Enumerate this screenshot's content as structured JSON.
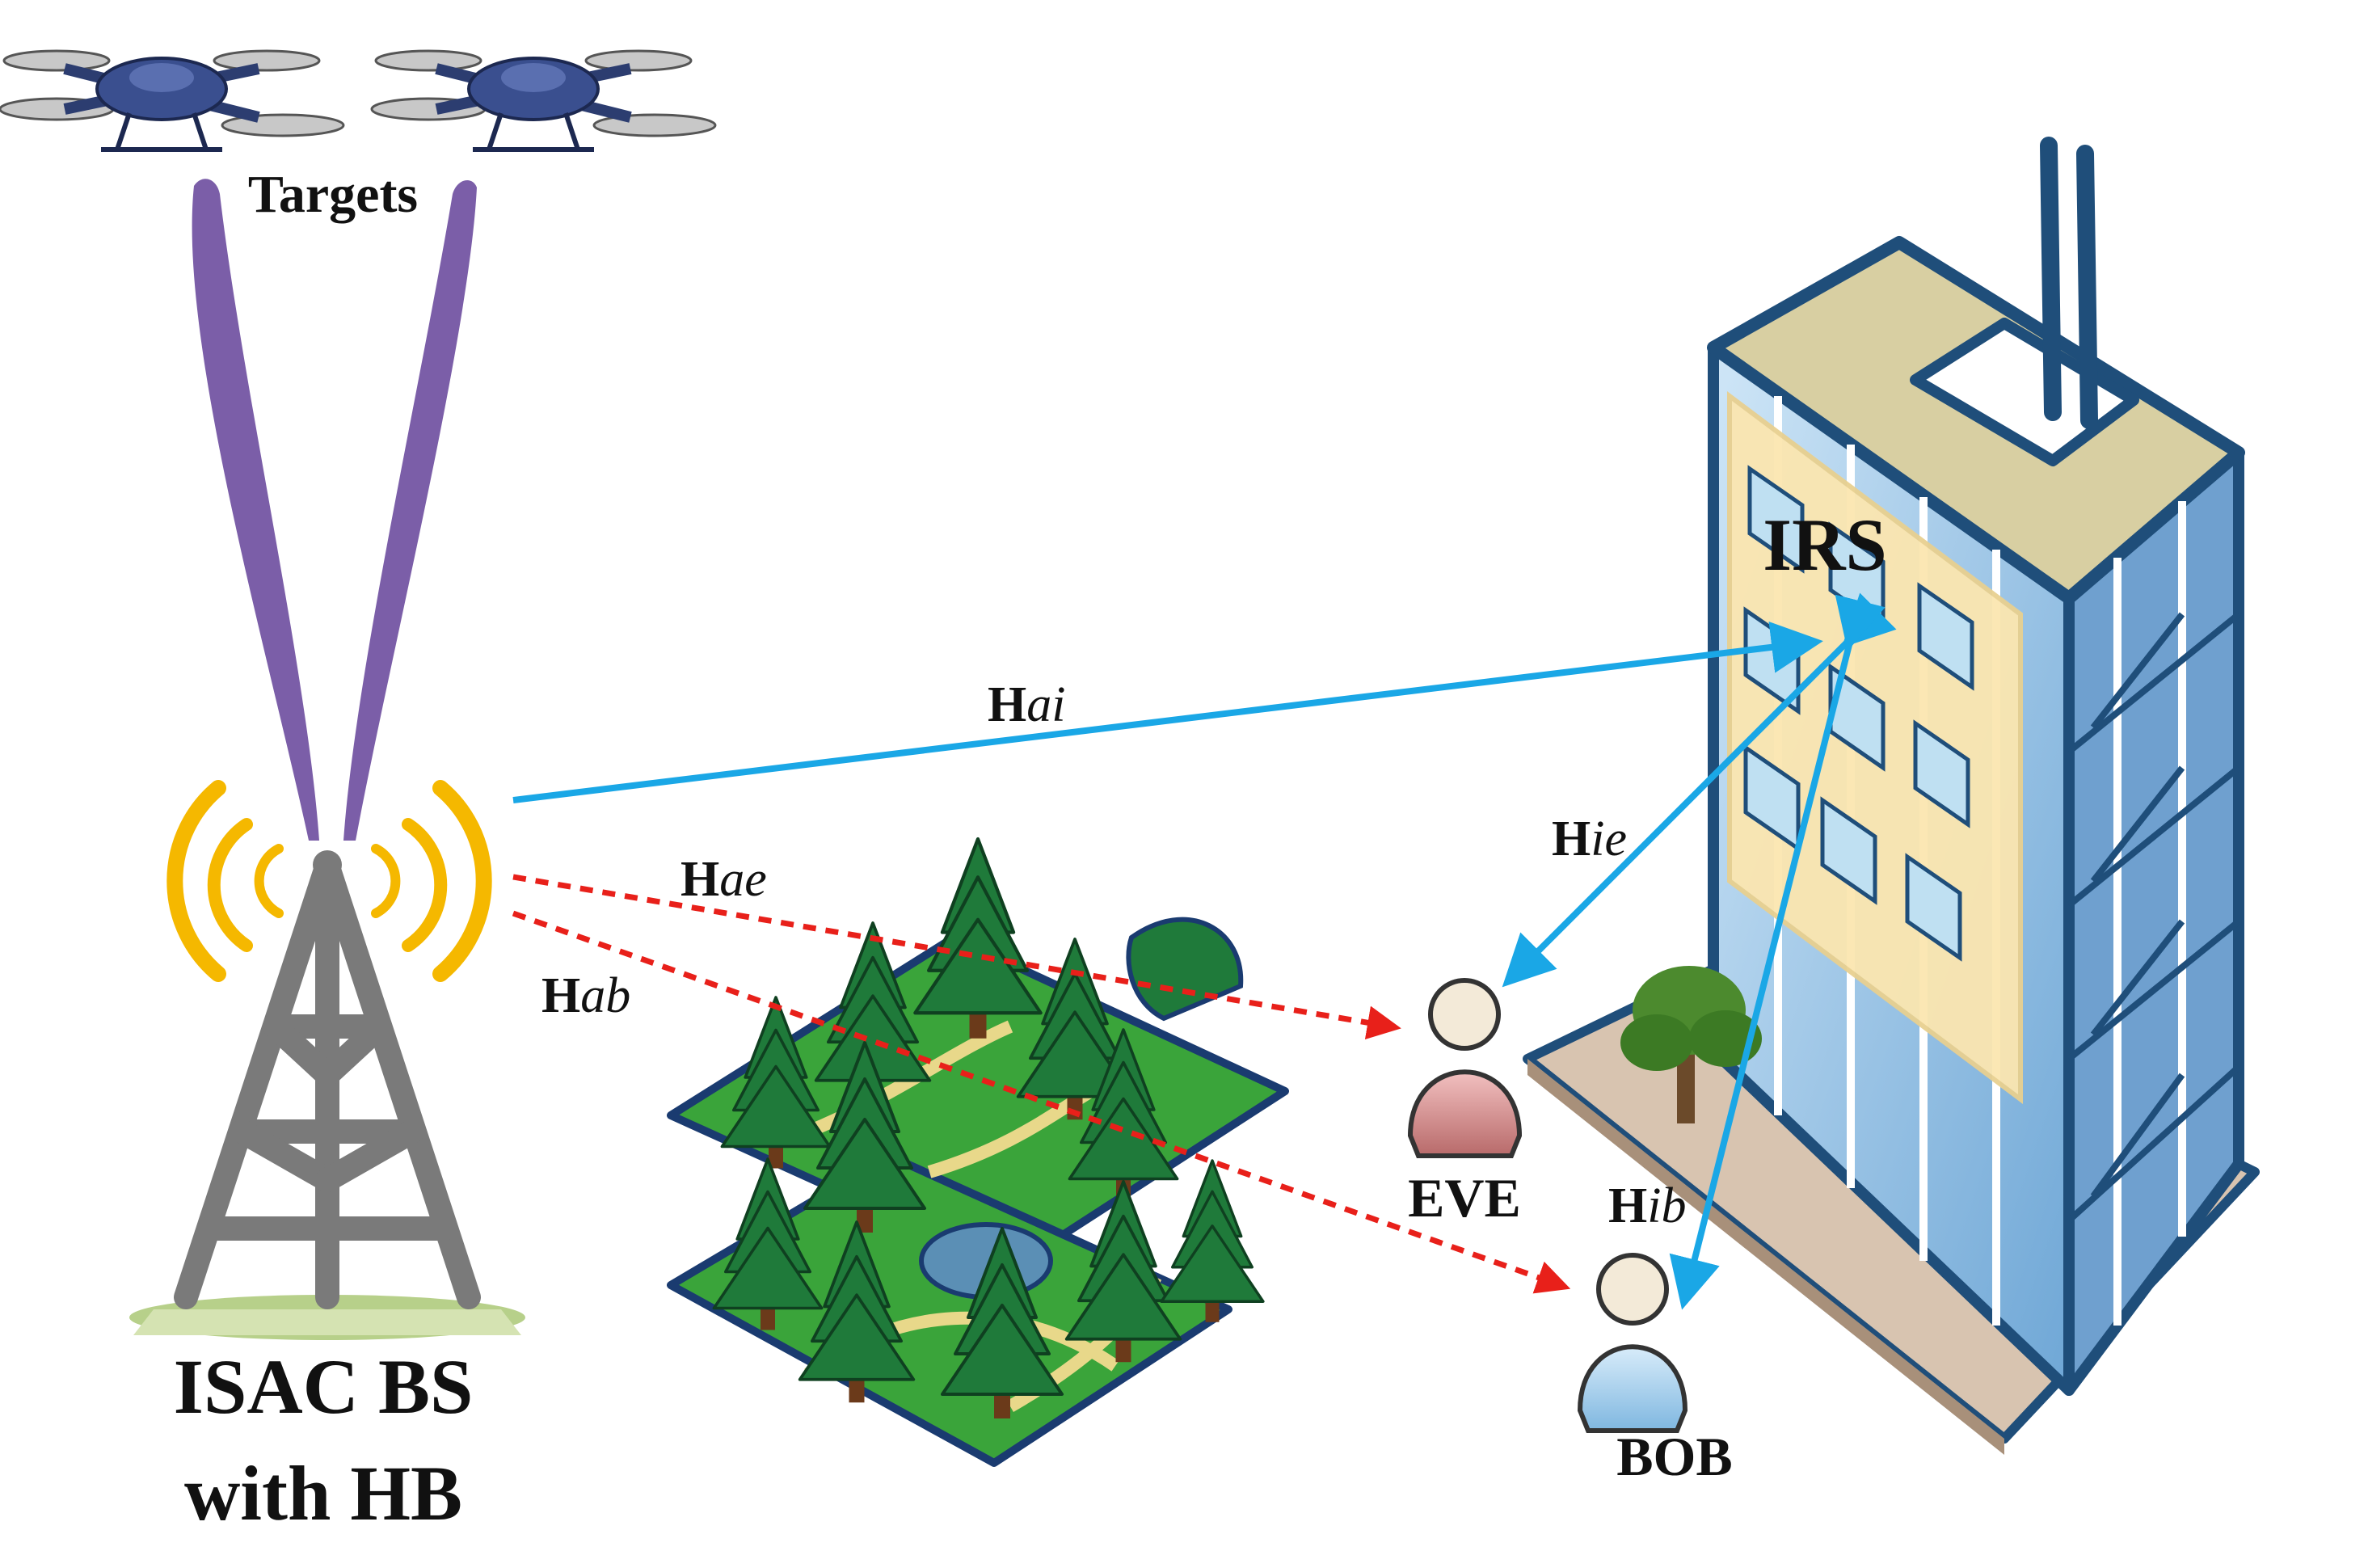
{
  "labels": {
    "targets": "Targets",
    "irs": "IRS",
    "bs_line1": "ISAC BS",
    "bs_line2": "with HB",
    "eve": "EVE",
    "bob": "BOB"
  },
  "channels": {
    "ai": {
      "H": "H",
      "sub": "ai"
    },
    "ae": {
      "H": "H",
      "sub": "ae"
    },
    "ab": {
      "H": "H",
      "sub": "ab"
    },
    "ie": {
      "H": "H",
      "sub": "ie"
    },
    "ib": {
      "H": "H",
      "sub": "ib"
    }
  },
  "colors": {
    "beam": "#7b5ea8",
    "signal_waves": "#f5b800",
    "tower": "#7a7a7a",
    "irs_link": "#1aa7e6",
    "eavesdrop_link": "#e8201a",
    "building_glass": "#8fc3e8",
    "building_outline": "#1f4e7a",
    "irs_panel": "#fbe6b0",
    "drone_body": "#3a4f8f",
    "tree": "#1f7a3a",
    "grass": "#3aa43a"
  }
}
